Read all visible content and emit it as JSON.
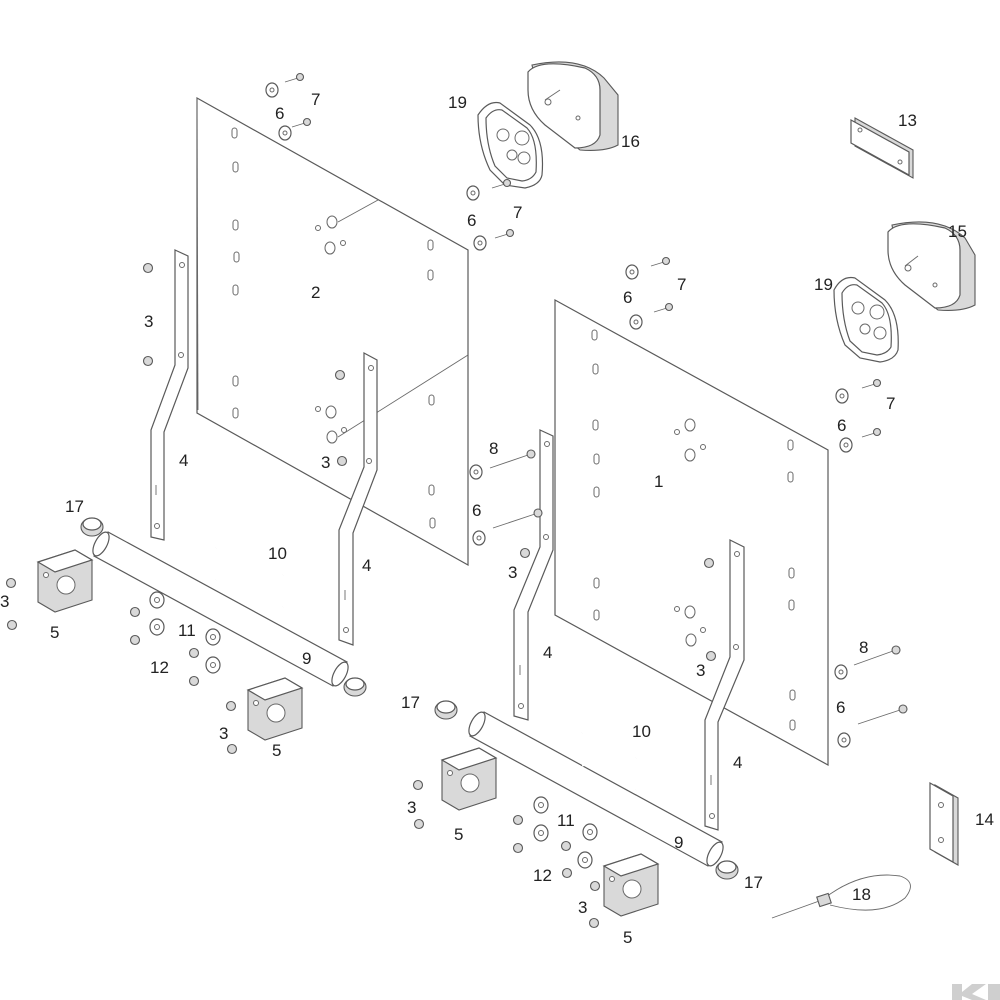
{
  "diagram": {
    "callouts": [
      "1",
      "2",
      "3",
      "4",
      "5",
      "6",
      "7",
      "8",
      "9",
      "10",
      "11",
      "12",
      "13",
      "14",
      "15",
      "16",
      "17",
      "18",
      "19"
    ]
  },
  "colors": {
    "line": "#5a5a5a",
    "shade": "#d9d9d9",
    "text": "#222222",
    "background": "#ffffff"
  }
}
